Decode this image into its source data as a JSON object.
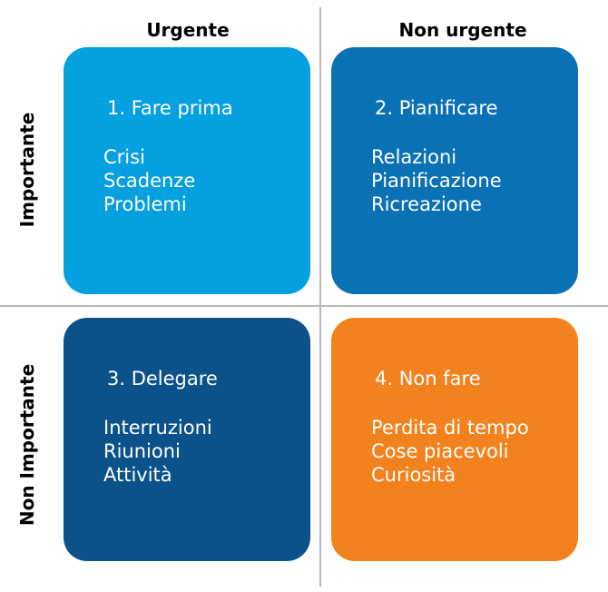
{
  "diagram": {
    "type": "eisenhower-matrix",
    "language": "it",
    "columns": [
      {
        "id": "urgent",
        "label": "Urgente"
      },
      {
        "id": "non-urgent",
        "label": "Non urgente"
      }
    ],
    "rows": [
      {
        "id": "important",
        "label": "Importante"
      },
      {
        "id": "not-important",
        "label": "Non Importante"
      }
    ],
    "colors": {
      "quadrant_1": "#05a0e0",
      "quadrant_2": "#0a72b4",
      "quadrant_3": "#0a5289",
      "quadrant_4": "#f2821e",
      "divider": "#b9b9b9",
      "background": "#ffffff",
      "box_text": "#ffffff",
      "axis_text": "#000000"
    },
    "quadrants": [
      {
        "id": "quadrant-1",
        "number": "1",
        "title": "1. Fare prima",
        "row": "important",
        "column": "urgent",
        "items": [
          "Crisi",
          "Scadenze",
          "Problemi"
        ]
      },
      {
        "id": "quadrant-2",
        "number": "2",
        "title": "2. Pianificare",
        "row": "important",
        "column": "non-urgent",
        "items": [
          "Relazioni",
          "Pianificazione",
          "Ricreazione"
        ]
      },
      {
        "id": "quadrant-3",
        "number": "3",
        "title": "3. Delegare",
        "row": "not-important",
        "column": "urgent",
        "items": [
          "Interruzioni",
          "Riunioni",
          "Attività"
        ]
      },
      {
        "id": "quadrant-4",
        "number": "4",
        "title": "4. Non fare",
        "row": "not-important",
        "column": "non-urgent",
        "items": [
          "Perdita di tempo",
          "Cose piacevoli",
          "Curiosità"
        ]
      }
    ]
  }
}
